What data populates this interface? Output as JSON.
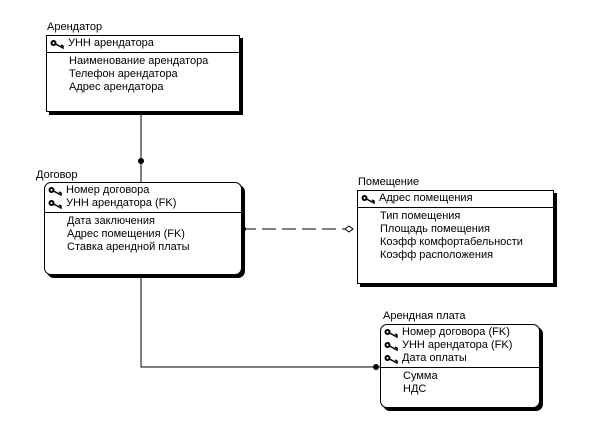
{
  "entities": {
    "tenant": {
      "title": "Арендатор",
      "keys": [
        "УНН арендатора"
      ],
      "attributes": [
        "Наименование арендатора",
        "Телефон арендатора",
        "Адрес арендатора"
      ]
    },
    "contract": {
      "title": "Договор",
      "keys": [
        "Номер договора",
        "УНН арендатора (FK)"
      ],
      "attributes": [
        "Дата заключения",
        "Адрес помещения (FK)",
        "Ставка арендной платы"
      ]
    },
    "premises": {
      "title": "Помещение",
      "keys": [
        "Адрес помещения"
      ],
      "attributes": [
        "Тип помещения",
        "Площадь помещения",
        "Коэфф комфортабельности",
        "Коэфф расположения"
      ]
    },
    "rent": {
      "title": "Арендная плата",
      "keys": [
        "Номер договора (FK)",
        "УНН арендатора (FK)",
        "Дата оплаты"
      ],
      "attributes": [
        "Сумма",
        "НДС"
      ]
    }
  }
}
